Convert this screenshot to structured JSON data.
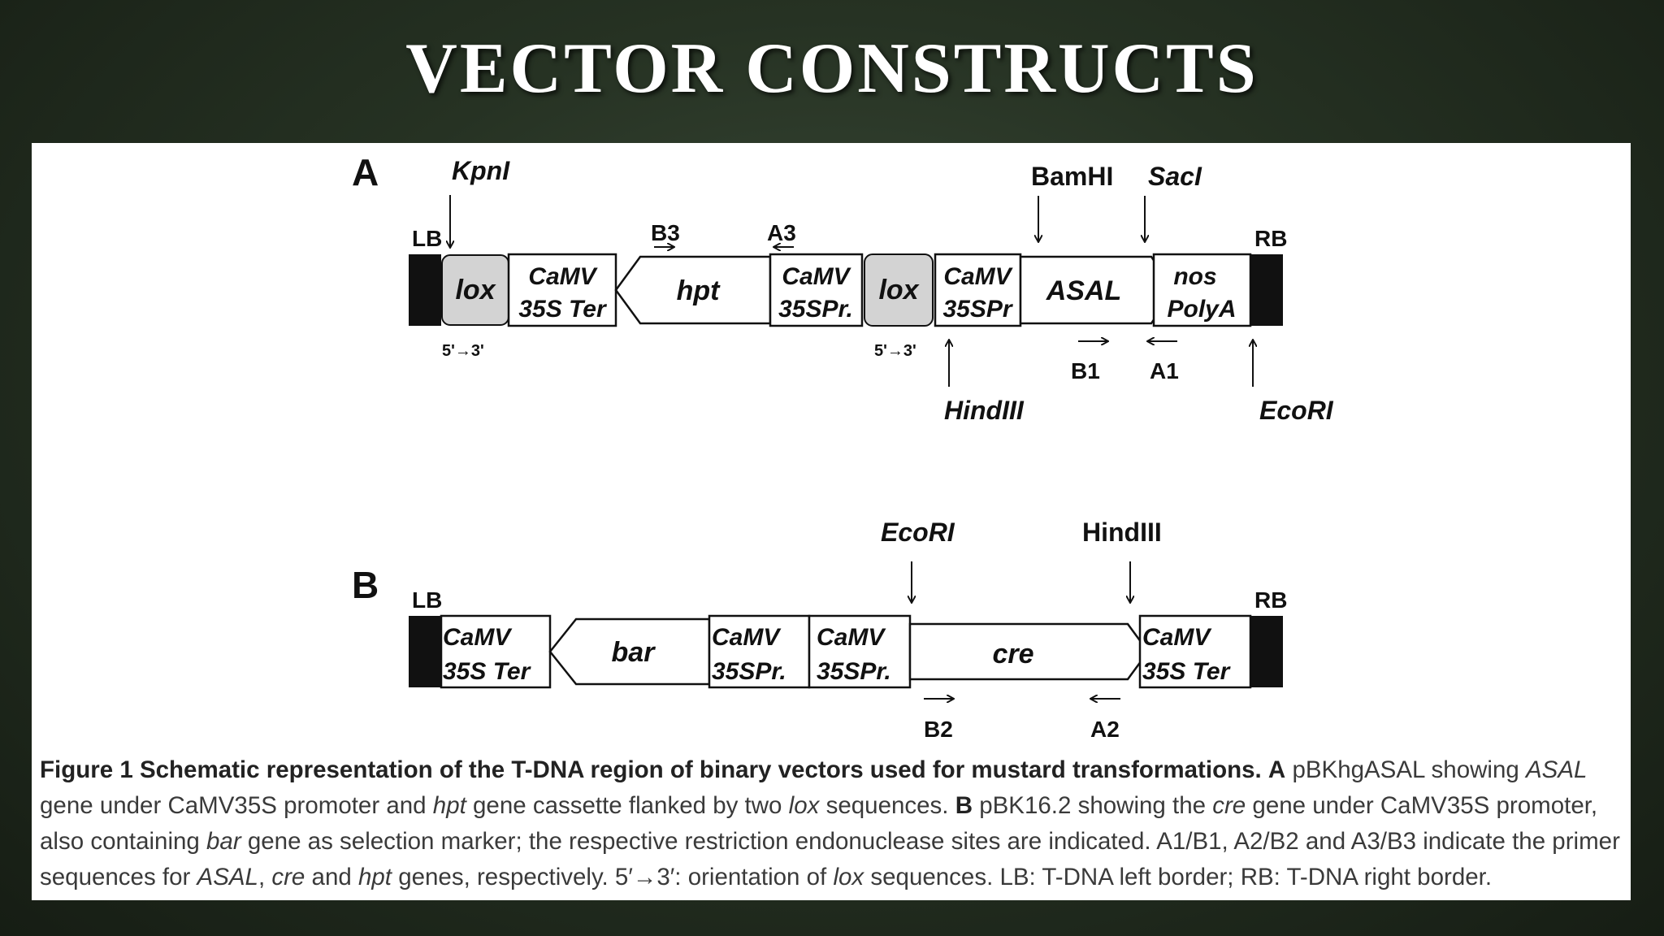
{
  "slide": {
    "title": "VECTOR CONSTRUCTS"
  },
  "panel_a": {
    "letter": "A",
    "left_border": "LB",
    "right_border": "RB",
    "elements": {
      "lox1": "lox",
      "ter1_line1": "CaMV",
      "ter1_line2": "35S Ter",
      "hpt": "hpt",
      "pr1_line1": "CaMV",
      "pr1_line2": "35SPr.",
      "lox2": "lox",
      "pr2_line1": "CaMV",
      "pr2_line2": "35SPr",
      "asal": "ASAL",
      "nos_line1": "nos",
      "nos_line2": "PolyA"
    },
    "sites": {
      "kpni": "KpnI",
      "bamhi": "BamHI",
      "saci": "SacI",
      "hindiii": "HindIII",
      "ecori": "EcoRI"
    },
    "primers": {
      "b3": "B3",
      "a3": "A3",
      "b1": "B1",
      "a1": "A1"
    },
    "orientation": "5'→3'"
  },
  "panel_b": {
    "letter": "B",
    "left_border": "LB",
    "right_border": "RB",
    "elements": {
      "ter1_line1": "CaMV",
      "ter1_line2": "35S Ter",
      "bar": "bar",
      "pr1_line1": "CaMV",
      "pr1_line2": "35SPr.",
      "pr2_line1": "CaMV",
      "pr2_line2": "35SPr.",
      "cre": "cre",
      "ter2_line1": "CaMV",
      "ter2_line2": "35S Ter"
    },
    "sites": {
      "ecori": "EcoRI",
      "hindiii": "HindIII"
    },
    "primers": {
      "b2": "B2",
      "a2": "A2"
    }
  },
  "caption": {
    "figure_label": "Figure 1",
    "bold_title": "Schematic representation of the T-DNA region of binary vectors used for mustard transformations.",
    "a_label": "A",
    "a_text1": "pBKhgASAL showing",
    "a_gene": "ASAL",
    "a_text2": "gene under CaMV35S promoter and",
    "a_gene2": "hpt",
    "a_text3": "gene cassette flanked by two",
    "a_lox": "lox",
    "a_text4": "sequences.",
    "b_label": "B",
    "b_text1": "pBK16.2 showing the",
    "b_gene": "cre",
    "b_text2": "gene under CaMV35S promoter, also containing",
    "b_gene2": "bar",
    "b_text3": "gene as selection marker; the respective restriction endonuclease sites are indicated. A1/B1, A2/B2 and A3/B3 indicate the primer sequences for",
    "p_asal": "ASAL",
    "p_comma": ",",
    "p_cre": "cre",
    "p_and": "and",
    "p_hpt": "hpt",
    "p_text4": "genes, respectively. 5′→3′: orientation of",
    "p_lox": "lox",
    "p_text5": "sequences. LB: T-DNA left border; RB: T-DNA right border."
  }
}
